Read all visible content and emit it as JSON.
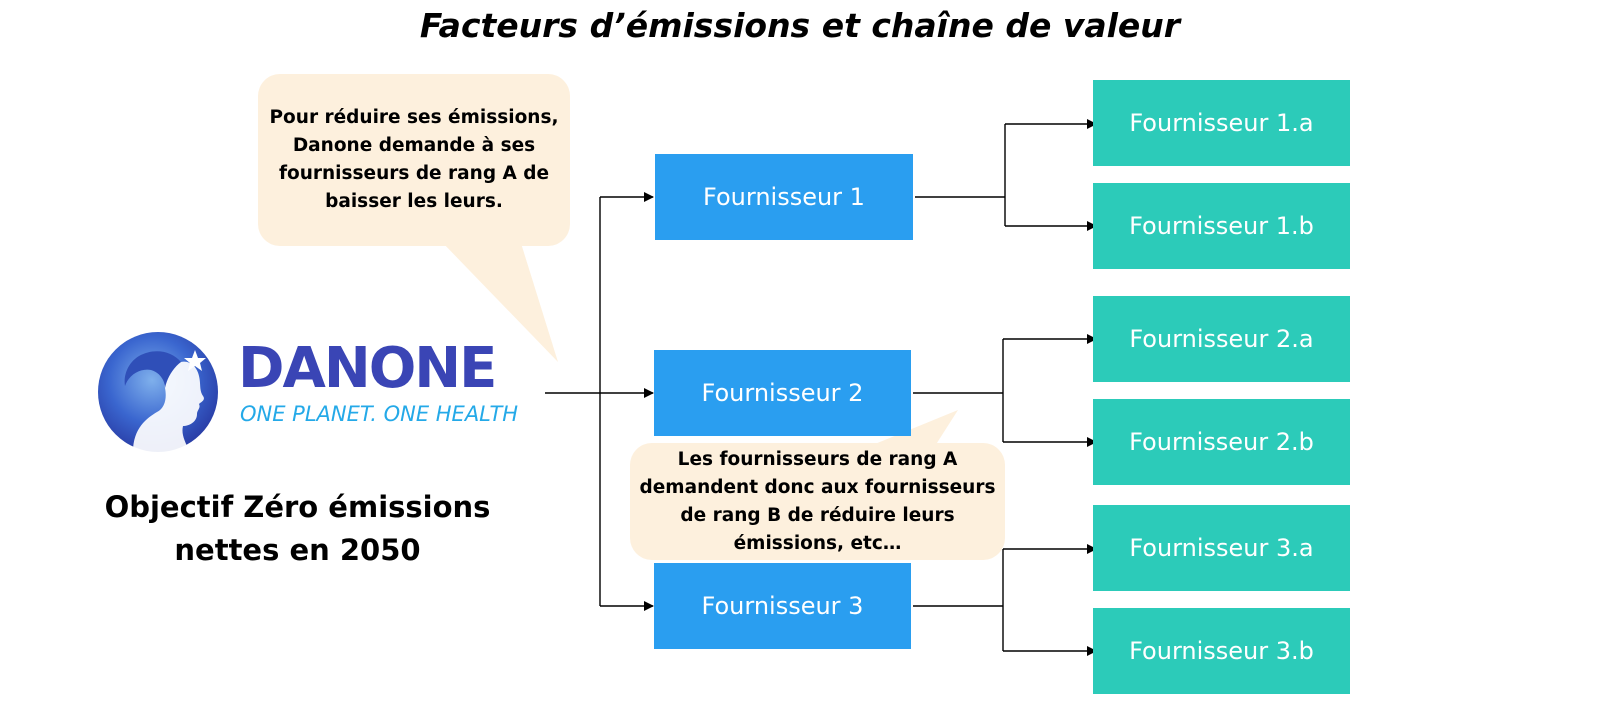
{
  "title": "Facteurs d’émissions et chaîne de valeur",
  "logo": {
    "brand": "DANONE",
    "tagline": "ONE PLANET. ONE HEALTH",
    "icon": "child-face-star-globe-icon"
  },
  "goal": [
    "Objectif Zéro émissions",
    "nettes en 2050"
  ],
  "callout_top": [
    "Pour réduire ses émissions,",
    "Danone demande à ses",
    "fournisseurs de rang A de",
    "baisser les leurs."
  ],
  "callout_middle": [
    "Les fournisseurs de rang A",
    "demandent donc aux fournisseurs",
    "de rang B de réduire leurs",
    "émissions, etc…"
  ],
  "tier_a": [
    "Fournisseur 1",
    "Fournisseur 2",
    "Fournisseur 3"
  ],
  "tier_b": [
    "Fournisseur 1.a",
    "Fournisseur 1.b",
    "Fournisseur 2.a",
    "Fournisseur 2.b",
    "Fournisseur 3.a",
    "Fournisseur 3.b"
  ],
  "colors": {
    "tier_a": "#2a9ef0",
    "tier_b": "#2ccbb9",
    "callout": "#fdf0dd",
    "brand_text": "#3a45b5",
    "tagline": "#24a9e8"
  }
}
